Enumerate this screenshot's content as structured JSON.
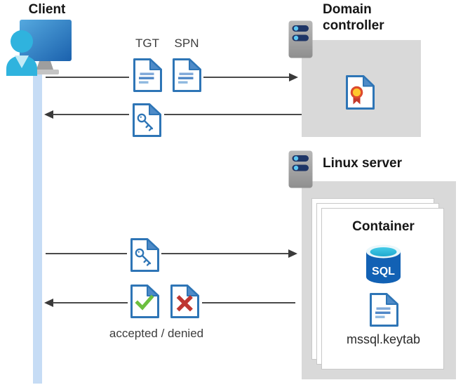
{
  "client": {
    "label": "Client"
  },
  "domain_controller": {
    "label": "Domain controller"
  },
  "linux_server": {
    "label": "Linux server"
  },
  "container": {
    "label": "Container",
    "database_label": "SQL",
    "file_label": "mssql.keytab"
  },
  "messages": {
    "tgt_label": "TGT",
    "spn_label": "SPN",
    "accepted_denied_label": "accepted / denied"
  },
  "flows": [
    {
      "name": "client-to-domain-controller",
      "direction": "right",
      "items": [
        "tgt-document",
        "spn-document"
      ]
    },
    {
      "name": "domain-controller-to-client",
      "direction": "left",
      "items": [
        "key-document"
      ]
    },
    {
      "name": "client-to-linux-server",
      "direction": "right",
      "items": [
        "key-document"
      ]
    },
    {
      "name": "linux-server-to-client",
      "direction": "left",
      "items": [
        "accepted-document",
        "denied-document"
      ],
      "caption": "accepted / denied"
    }
  ],
  "icons": {
    "client": "person-at-monitor-icon",
    "server": "server-tower-icon",
    "document": "document-text-icon",
    "key_document": "document-key-icon",
    "accepted_document": "document-check-icon",
    "denied_document": "document-x-icon",
    "certificate": "document-certificate-icon",
    "database": "sql-database-cylinder-icon"
  },
  "colors": {
    "document_blue": "#2E75B6",
    "box_gray": "#D9D9D9",
    "arrow_gray": "#4a4a4a",
    "lifeline_blue": "#C6DCF5",
    "accepted_green": "#6CBF3F",
    "denied_red": "#BE3631",
    "sql_body_blue": "#1261B4",
    "sql_top_cyan": "#2FBCD8",
    "medal_yellow": "#FFC82C",
    "medal_red": "#DD4A2D",
    "monitor_blue": "#2F86C8",
    "person_cyan": "#2FB3DE",
    "server_gray": "#A3A3A3",
    "server_bar_navy": "#1E3566"
  }
}
